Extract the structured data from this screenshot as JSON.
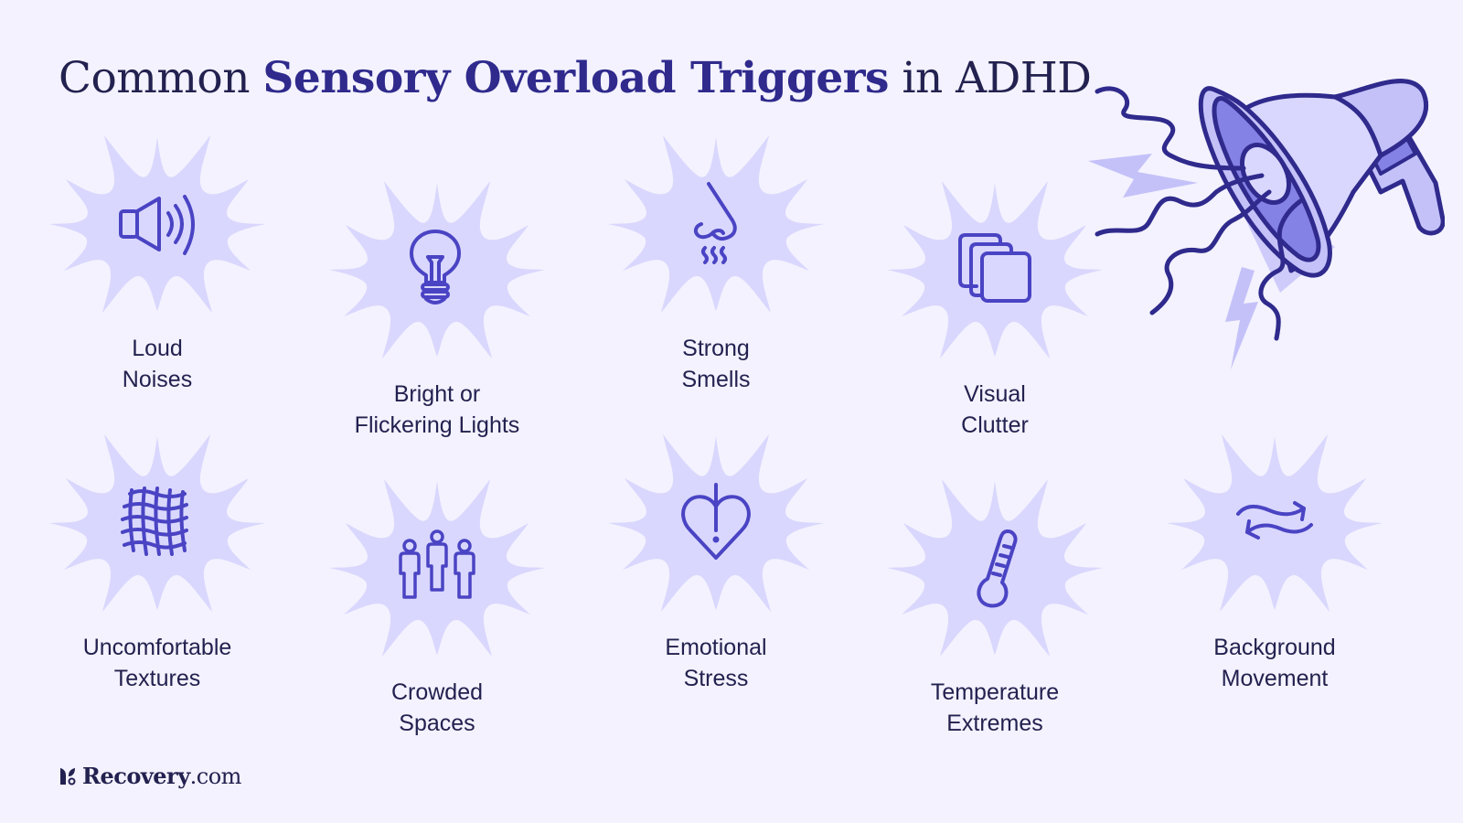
{
  "title": {
    "part1": "Common ",
    "accent": "Sensory Overload Triggers",
    "part2": " in ADHD"
  },
  "colors": {
    "background": "#f3f2fe",
    "burst": "#d9d7fd",
    "icon_stroke": "#4a44c4",
    "text": "#23214f",
    "accent_text": "#2f2a8c",
    "megaphone_outline": "#2f2a8c",
    "megaphone_fill_dark": "#8582e6",
    "megaphone_fill_light": "#c4c1f9"
  },
  "triggers": [
    {
      "line1": "Loud",
      "line2": "Noises",
      "icon": "speaker-icon"
    },
    {
      "line1": "Bright or",
      "line2": "Flickering Lights",
      "icon": "lightbulb-icon"
    },
    {
      "line1": "Strong",
      "line2": "Smells",
      "icon": "nose-icon"
    },
    {
      "line1": "Visual",
      "line2": "Clutter",
      "icon": "stacked-cards-icon"
    },
    {
      "line1": "Uncomfortable",
      "line2": "Textures",
      "icon": "mesh-texture-icon"
    },
    {
      "line1": "Crowded",
      "line2": "Spaces",
      "icon": "people-icon"
    },
    {
      "line1": "Emotional",
      "line2": "Stress",
      "icon": "heart-alert-icon"
    },
    {
      "line1": "Temperature",
      "line2": "Extremes",
      "icon": "thermometer-icon"
    },
    {
      "line1": "Background",
      "line2": "Movement",
      "icon": "wavy-arrows-icon"
    }
  ],
  "illustration": {
    "icon": "megaphone-icon"
  },
  "brand": {
    "name_bold": "Recovery",
    "name_suffix": ".com"
  }
}
